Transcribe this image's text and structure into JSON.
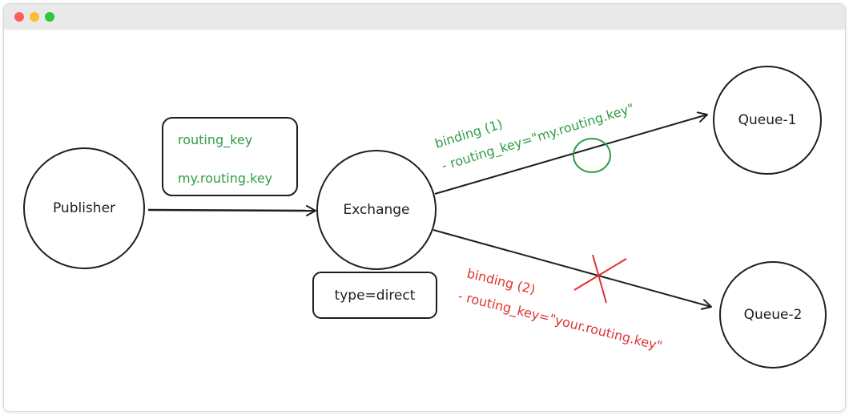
{
  "window": {
    "controls": [
      "close",
      "minimize",
      "maximize"
    ],
    "colors": {
      "close": "#ff5f57",
      "minimize": "#febc2e",
      "maximize": "#28c840"
    }
  },
  "diagram": {
    "nodes": {
      "publisher": "Publisher",
      "exchange": "Exchange",
      "queue1": "Queue-1",
      "queue2": "Queue-2"
    },
    "routing_note": {
      "line1": "routing_key",
      "line2": "my.routing.key"
    },
    "exchange_type": "type=direct",
    "binding1": {
      "line1": "binding (1)",
      "line2": "- routing_key=\"my.routing.key\""
    },
    "binding2": {
      "line1": "binding (2)",
      "line2": "- routing_key=\"your.routing.key\""
    }
  },
  "colors": {
    "ink": "#1e1e1e",
    "match": "#2f9e44",
    "mismatch": "#e03131"
  }
}
